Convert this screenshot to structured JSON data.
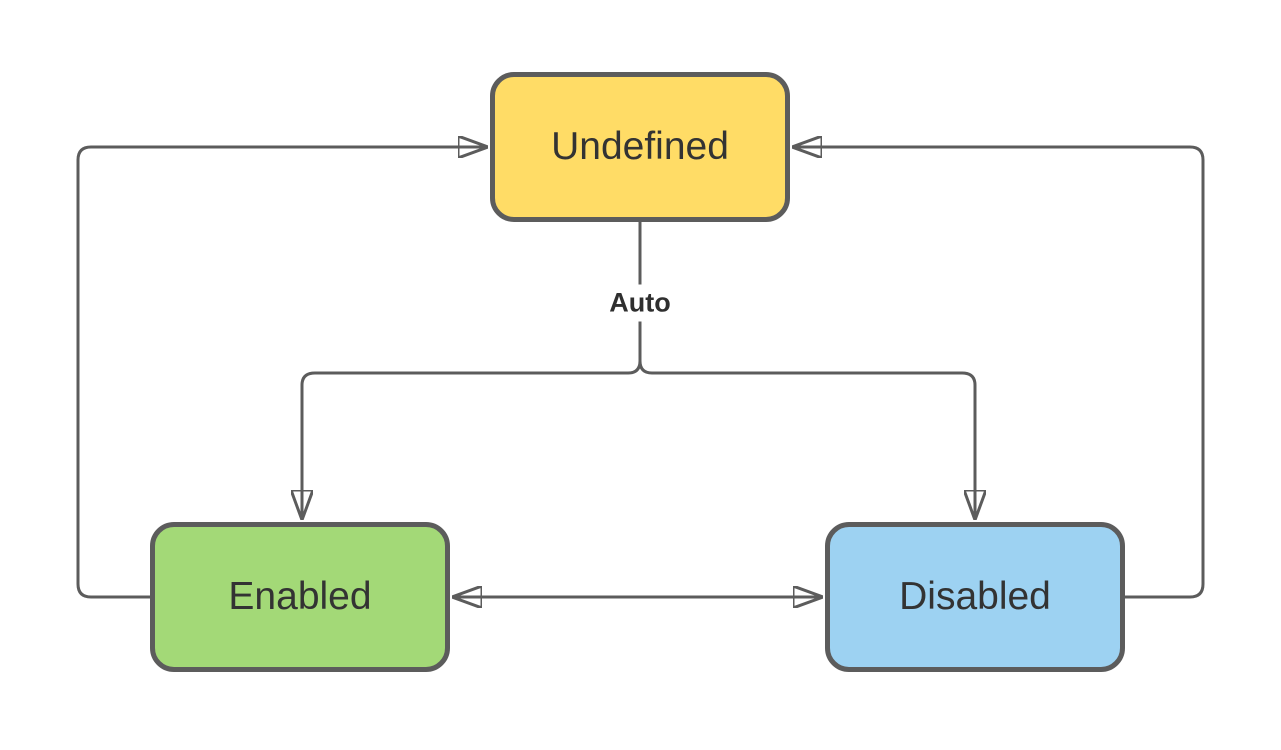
{
  "canvas": {
    "background": "#FFFFFF",
    "connector_color": "#5C5C5C",
    "type": "state-diagram"
  },
  "nodes": [
    {
      "id": "undefined",
      "label": "Undefined",
      "fill": "#FFDC66",
      "border": "#5C5C5C",
      "text_color": "#333333"
    },
    {
      "id": "enabled",
      "label": "Enabled",
      "fill": "#A3D977",
      "border": "#5C5C5C",
      "text_color": "#333333"
    },
    {
      "id": "disabled",
      "label": "Disabled",
      "fill": "#9DD2F2",
      "border": "#5C5C5C",
      "text_color": "#333333"
    }
  ],
  "edges": [
    {
      "id": "undefined-auto-fork",
      "from": "Undefined",
      "to": "Enabled, Disabled",
      "label": "Auto",
      "style": "arrow-fork"
    },
    {
      "id": "enabled-to-undefined",
      "from": "Enabled",
      "to": "Undefined",
      "label": "",
      "style": "arrow"
    },
    {
      "id": "disabled-to-undefined",
      "from": "Disabled",
      "to": "Undefined",
      "label": "",
      "style": "arrow"
    },
    {
      "id": "enabled-disabled-bidirectional",
      "from": "Enabled",
      "to": "Disabled",
      "label": "",
      "style": "double-arrow"
    }
  ]
}
